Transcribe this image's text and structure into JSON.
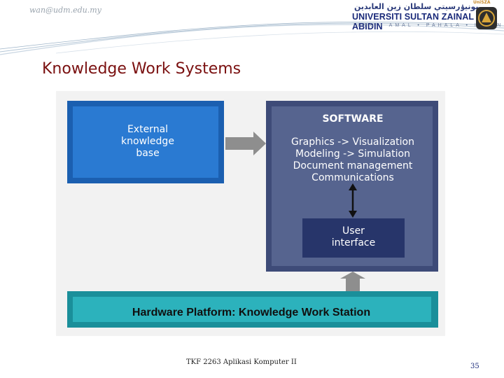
{
  "header": {
    "email": "wan@udm.edu.my",
    "university_arabic": "يونيۏرسيتي سلطان زين العابدين",
    "university_name": "UNIVERSITI SULTAN ZAINAL ABIDIN",
    "motto": "ILMU  •  AMAL  •  PAHALA  •  IHSAN",
    "crest_label": "UniSZA"
  },
  "slide": {
    "title": "Knowledge Work Systems"
  },
  "diagram": {
    "external_kb": [
      "External",
      "knowledge",
      "base"
    ],
    "software_heading": "SOFTWARE",
    "software_items": [
      "Graphics -> Visualization",
      "Modeling -> Simulation",
      "Document management",
      "Communications"
    ],
    "user_interface": [
      "User",
      "interface"
    ],
    "hardware": "Hardware Platform: Knowledge Work Station",
    "colors": {
      "external_blue": "#1f6fc4",
      "software_panel": "#4a5886",
      "user_interface_box": "#27356a",
      "hardware_teal": "#2aa6b0",
      "arrow_gray": "#8e8e8e"
    }
  },
  "footer": {
    "course": "TKF 2263 Aplikasi Komputer II",
    "page_number": "35"
  }
}
